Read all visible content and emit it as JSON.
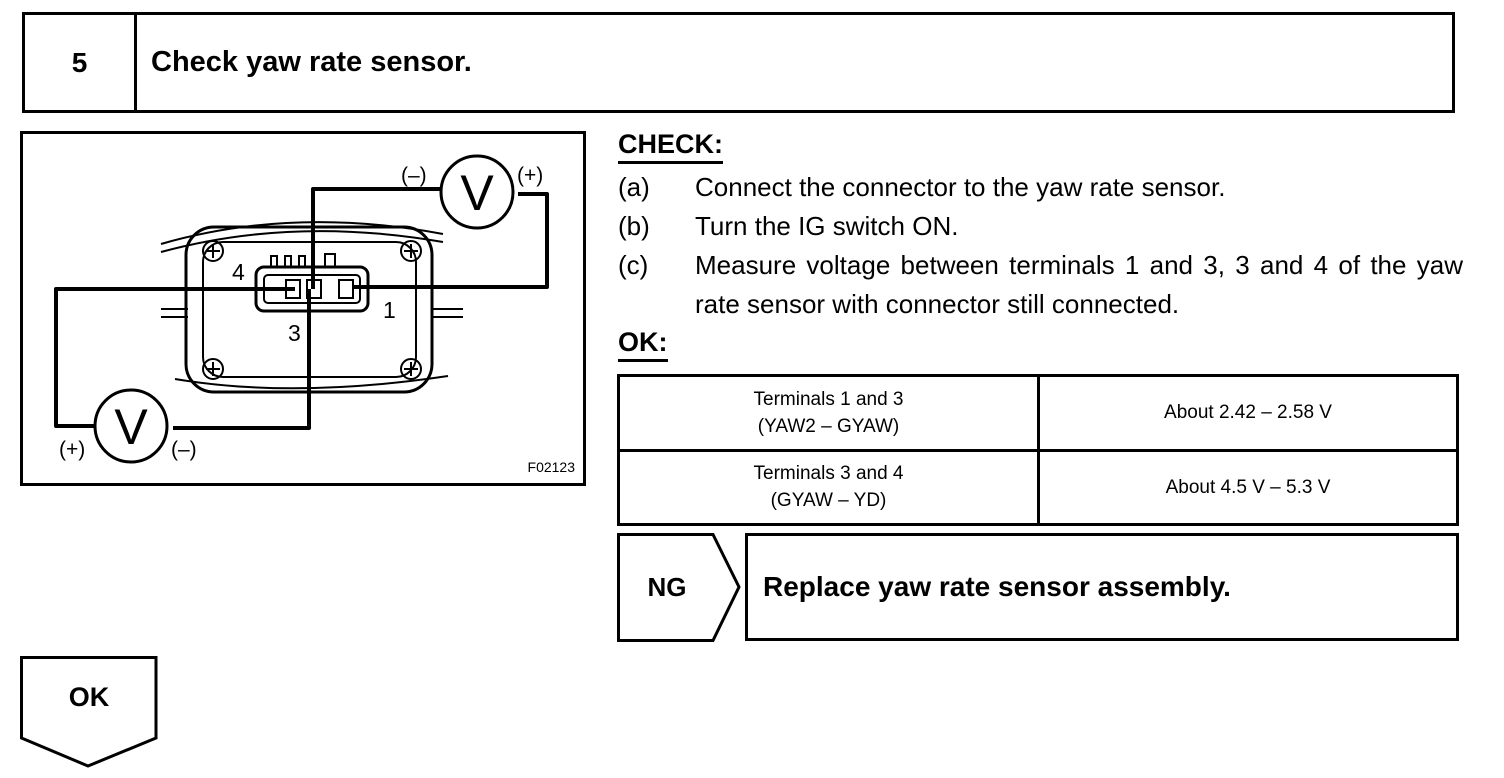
{
  "step": {
    "number": "5",
    "title": "Check yaw rate sensor."
  },
  "diagram": {
    "figure_code": "F02123",
    "meter_symbol": "V",
    "upper_meter_neg": "(–)",
    "upper_meter_pos": "(+)",
    "lower_meter_pos": "(+)",
    "lower_meter_neg": "(–)",
    "terminal_1": "1",
    "terminal_3": "3",
    "terminal_4": "4"
  },
  "check": {
    "heading": "CHECK:",
    "items": [
      {
        "letter": "(a)",
        "text": "Connect the connector to the yaw rate sensor."
      },
      {
        "letter": "(b)",
        "text": "Turn the IG switch ON."
      },
      {
        "letter": "(c)",
        "text": "Measure voltage between terminals 1 and 3, 3 and 4 of the yaw rate sensor with connector still connected."
      }
    ]
  },
  "ok_section": {
    "heading": "OK:",
    "rows": [
      {
        "terminals": "Terminals 1 and 3",
        "signals": "(YAW2 – GYAW)",
        "value": "About 2.42 – 2.58 V"
      },
      {
        "terminals": "Terminals 3 and 4",
        "signals": "(GYAW – YD)",
        "value": "About 4.5 V – 5.3 V"
      }
    ]
  },
  "results": {
    "ng_label": "NG",
    "ng_action": "Replace yaw rate sensor assembly.",
    "ok_label": "OK"
  }
}
